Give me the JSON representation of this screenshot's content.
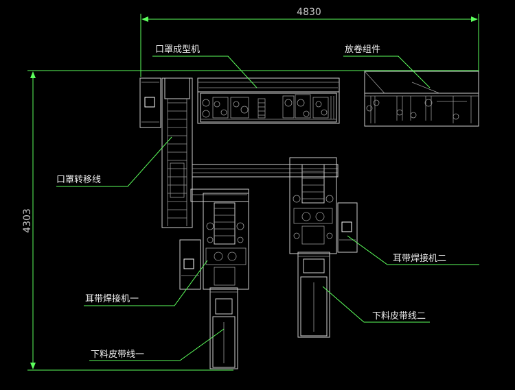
{
  "dimensions": {
    "width": "4830",
    "height": "4303"
  },
  "labels": {
    "mask_forming_machine": "口罩成型机",
    "unwinding_assembly": "放卷组件",
    "mask_transfer_line": "口罩转移线",
    "ear_loop_welder_1": "耳带焊接机一",
    "ear_loop_welder_2": "耳带焊接机二",
    "output_belt_line_1": "下料皮带线一",
    "output_belt_line_2": "下料皮带线二"
  },
  "colors": {
    "background": "#000000",
    "dimension_lines": "#5cff5c",
    "machine_lines": "#cfcfcf"
  }
}
